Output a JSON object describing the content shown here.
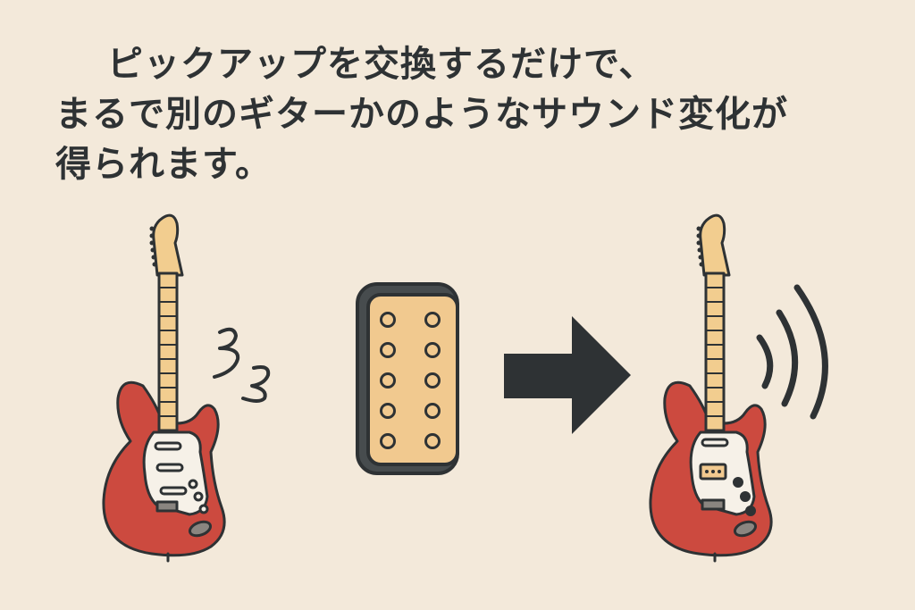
{
  "caption": {
    "lines": [
      "ピックアップを交換するだけで、",
      "まるで別のギターかのようなサウンド変化が",
      "得られます。"
    ]
  },
  "colors": {
    "background": "#f3e9da",
    "text": "#2e3234",
    "guitar_body": "#cc4a3f",
    "pickguard": "#f6f1e8",
    "neck": "#f2cd8f",
    "pickup_plate": "#f1c98f",
    "outline": "#2e3234",
    "arrow": "#2e3234"
  },
  "icons": {
    "guitar_before": "electric-guitar-icon",
    "squiggle": "muddy-sound-squiggle-icon",
    "pickup": "humbucker-pickup-icon",
    "arrow": "right-arrow-icon",
    "guitar_after": "electric-guitar-icon",
    "sound_waves": "sound-waves-icon"
  }
}
